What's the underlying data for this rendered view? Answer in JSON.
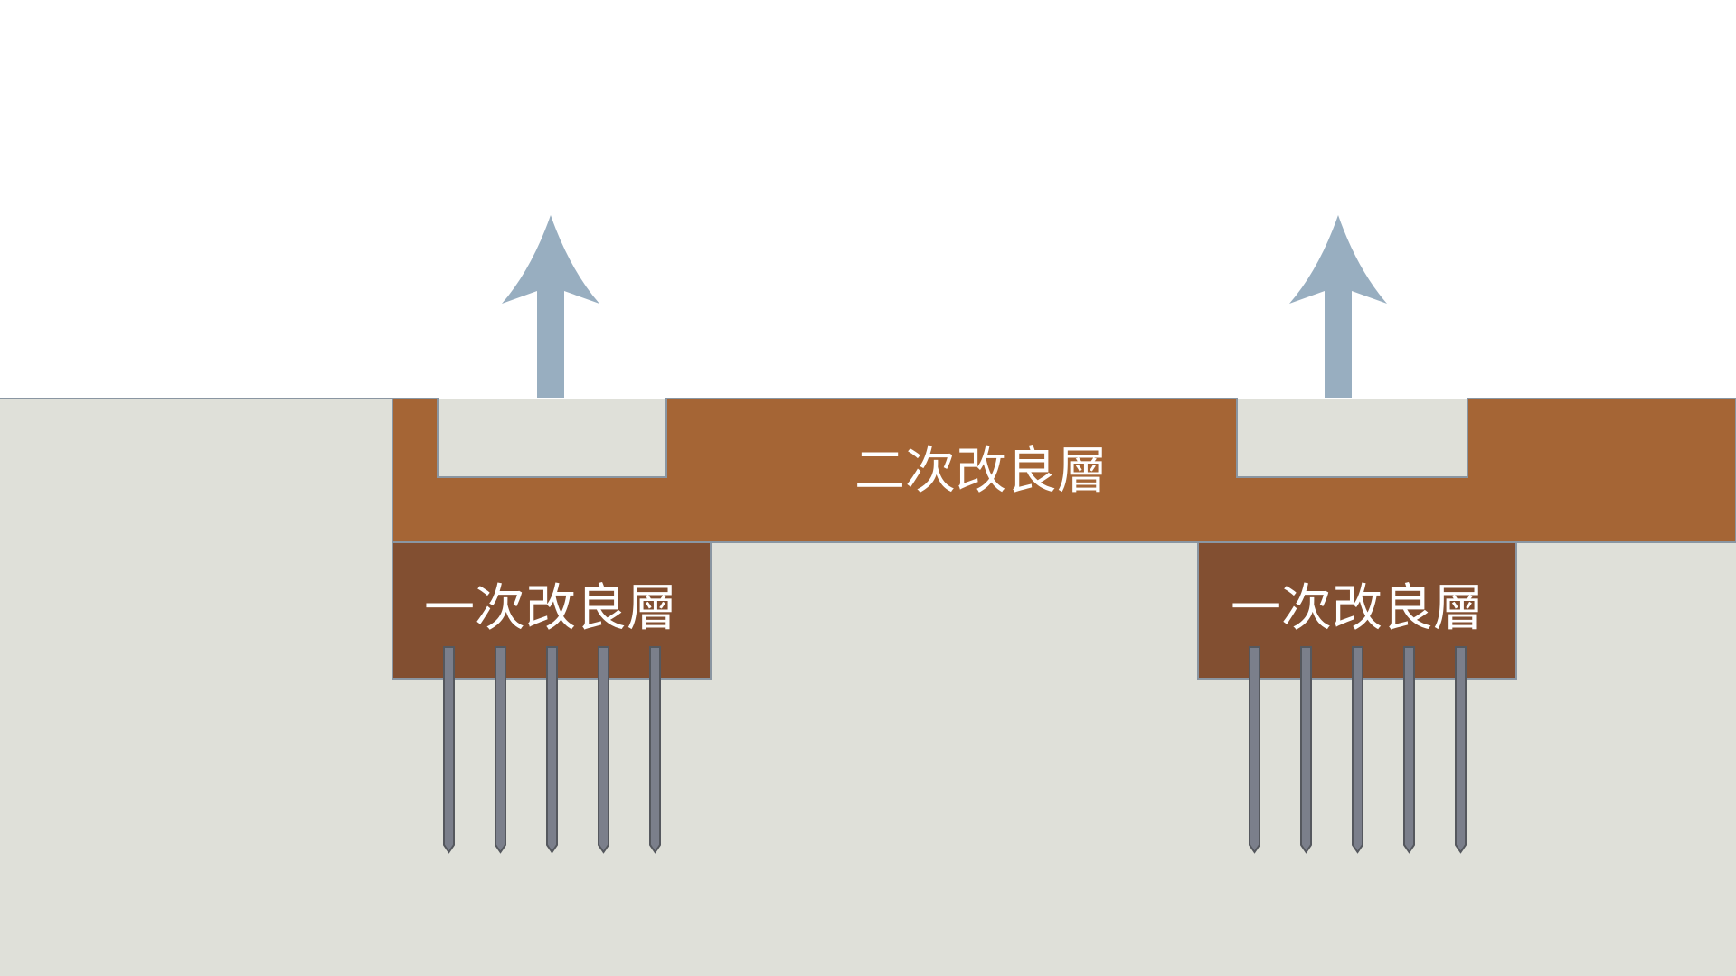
{
  "labels": {
    "secondary_layer": "二次改良層",
    "primary_layer_left": "一次改良層",
    "primary_layer_right": "一次改良層"
  },
  "colors": {
    "ground": "#dfe0d9",
    "ground_outline": "#8a96a2",
    "secondary_layer": "#a56535",
    "primary_layer": "#824f31",
    "pile": "#7b7f8b",
    "pile_outline": "#55585e",
    "arrow": "#98aec0",
    "label_text": "#ffffff"
  },
  "icons": {
    "arrow": "up-arrow-icon",
    "pile": "pile-icon"
  }
}
